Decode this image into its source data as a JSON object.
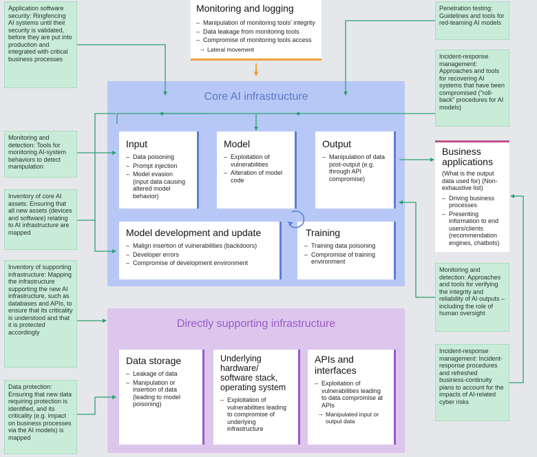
{
  "monitoring": {
    "title": "Monitoring and logging",
    "items": [
      "Manipulation of monitoring tools' integrity",
      "Data leakage from monitoring tools",
      "Compromise of monitoring tools access"
    ],
    "sub": "Lateral movement"
  },
  "core": {
    "title": "Core AI infrastructure",
    "input": {
      "title": "Input",
      "items": [
        "Data poisoning",
        "Prompt injection",
        "Model evasion (input data causing altered model behavior)"
      ]
    },
    "model": {
      "title": "Model",
      "items": [
        "Exploitation of vulnerabilities",
        "Alteration of model code"
      ]
    },
    "output": {
      "title": "Output",
      "items": [
        "Manipulation of data post-output (e.g. through API compromise)"
      ]
    },
    "devupdate": {
      "title": "Model development and update",
      "items": [
        "Malign insertion of vulnerabilities (backdoors)",
        "Developer errors",
        "Compromise of development environment"
      ]
    },
    "training": {
      "title": "Training",
      "items": [
        "Training data poisoning",
        "Compromise of training environment"
      ]
    }
  },
  "business": {
    "title": "Business applications",
    "subtitle": "(What is the output data used for) (Non-exhaustive list)",
    "items": [
      "Driving business processes",
      "Presenting information to end users/clients (recommendation engines, chatbots)"
    ]
  },
  "support": {
    "title": "Directly supporting infrastructure",
    "storage": {
      "title": "Data storage",
      "items": [
        "Leakage of data",
        "Manipulation or insertion of data (leading to model poisoning)"
      ]
    },
    "hardware": {
      "title": "Underlying hardware/ software stack, operating system",
      "items": [
        "Exploitation of vulnerabilities leading to compromise of underlying infrastructure"
      ]
    },
    "apis": {
      "title": "APIs and interfaces",
      "items": [
        "Exploitation of vulnerabilities leading to data compromise at APIs"
      ],
      "sub": "Manipulated input or output data"
    }
  },
  "notes": {
    "app_security": "Application software security: Ringfencing AI systems until their security is validated, before they are put into production and integrated with critical business processes",
    "monitoring_detection": "Monitoring and detection: Tools for monitoring AI-system behaviors to detect manipulation",
    "inventory_core": "Inventory of core AI assets: Ensuring that all new assets (devices and software) relating to AI infrastructure are mapped",
    "inventory_support": "Inventory of supporting infrastructure: Mapping the infrastructure supporting the new AI infrastructure, such as databases and APIs, to ensure that its criticality is understood and that it is protected accordingly",
    "data_protection": "Data protection: Ensuring that new data requiring protection is identified, and its criticality (e.g. impact on business processes via the AI models) is mapped",
    "pen_testing": "Penetration testing: Guidelines and tools for red-teaming AI models",
    "incident_response_1": "Incident-response management: Approaches and tools for recovering AI systems that have been compromised (\"roll-back\" procedures for AI models)",
    "monitoring_outputs": "Monitoring and detection: Approaches and tools for verifying the integrity and reliability of AI outputs – including the role of human oversight",
    "incident_response_2": "Incident-response management: Incident-response procedures and refreshed business-continuity plans to account for the impacts of AI-related cyber risks"
  },
  "colors": {
    "accent_orange": "#f0a040",
    "green": "#2aa070",
    "core_blue": "#b8c8f6",
    "support_purple": "#dcc6ec",
    "business_pink": "#c0508a"
  }
}
